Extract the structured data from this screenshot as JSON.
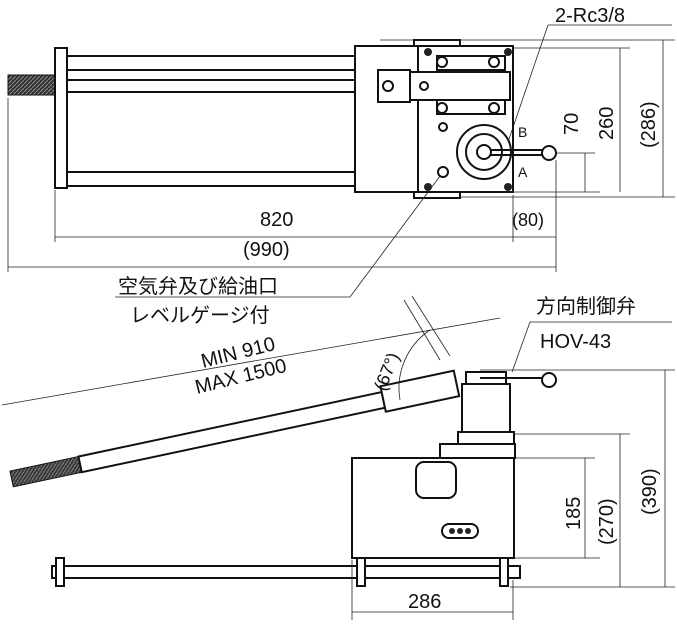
{
  "top_view": {
    "port_label": "2-Rc3/8",
    "port_b": "B",
    "port_a": "A",
    "dim_820": "820",
    "dim_990": "(990)",
    "dim_80": "(80)",
    "dim_70": "70",
    "dim_260": "260",
    "dim_286": "(286)",
    "note_line1": "空気弁及び給油口",
    "note_line2": "レベルゲージ付"
  },
  "side_view": {
    "handle_min": "MIN 910",
    "handle_max": "MAX 1500",
    "angle": "(67°)",
    "valve_label": "方向制御弁",
    "valve_model": "HOV-43",
    "dim_185": "185",
    "dim_270": "(270)",
    "dim_390": "(390)",
    "dim_286": "286"
  }
}
